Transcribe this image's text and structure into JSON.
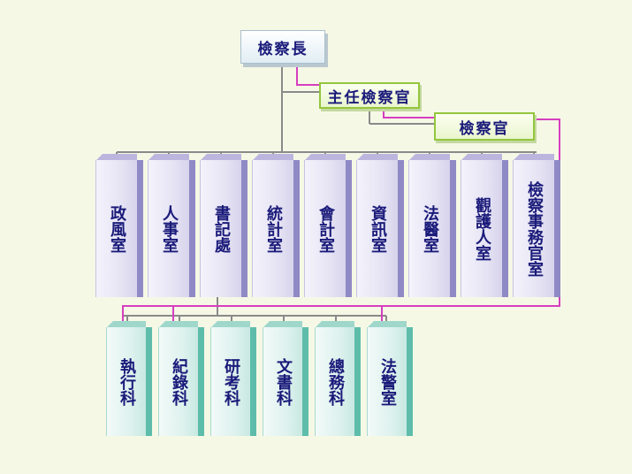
{
  "top": {
    "label": "檢察長"
  },
  "deputies": [
    {
      "label": "主任檢察官"
    },
    {
      "label": "檢察官"
    }
  ],
  "units": [
    {
      "label": "政風室"
    },
    {
      "label": "人事室"
    },
    {
      "label": "書記處"
    },
    {
      "label": "統計室"
    },
    {
      "label": "會計室"
    },
    {
      "label": "資訊室"
    },
    {
      "label": "法醫室"
    },
    {
      "label": "觀護人室"
    },
    {
      "label": "檢察事務官室"
    }
  ],
  "sections": [
    {
      "label": "執行科"
    },
    {
      "label": "紀錄科"
    },
    {
      "label": "研考科"
    },
    {
      "label": "文書科"
    },
    {
      "label": "總務科"
    },
    {
      "label": "法警室"
    }
  ],
  "colors": {
    "connector": "#8a8a8a",
    "highlight_connector": "#d63fbf",
    "text": "#1a1a7a"
  }
}
